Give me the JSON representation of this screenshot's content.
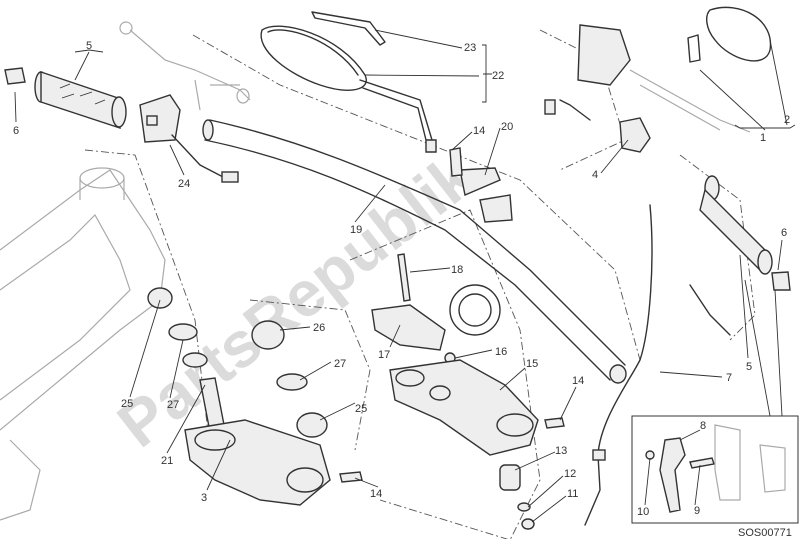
{
  "diagram": {
    "code": "SOS00771",
    "watermark": "PartsRepublik",
    "labels": {
      "l1": "1",
      "l2": "2",
      "l3": "3",
      "l4": "4",
      "l5a": "5",
      "l5b": "5",
      "l6a": "6",
      "l6b": "6",
      "l7": "7",
      "l8": "8",
      "l9": "9",
      "l10": "10",
      "l11": "11",
      "l12": "12",
      "l13": "13",
      "l14a": "14",
      "l14b": "14",
      "l14c": "14",
      "l15": "15",
      "l16": "16",
      "l17": "17",
      "l18": "18",
      "l19": "19",
      "l20": "20",
      "l21": "21",
      "l22": "22",
      "l23": "23",
      "l24": "24",
      "l25a": "25",
      "l25b": "25",
      "l26": "26",
      "l27a": "27",
      "l27b": "27"
    }
  }
}
